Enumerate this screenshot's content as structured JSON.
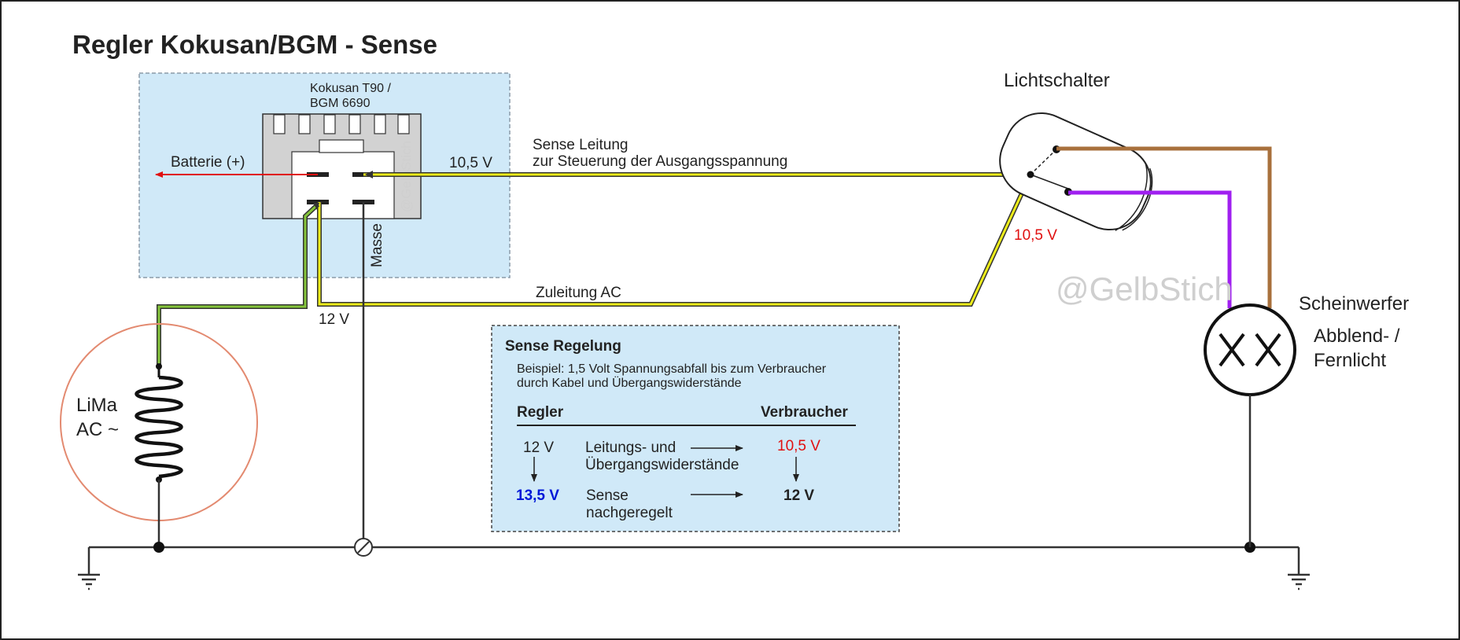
{
  "title": "Regler Kokusan/BGM - Sense",
  "regulator": {
    "model_line1": "Kokusan T90 /",
    "model_line2": "BGM 6690",
    "watermark": "@GelbStich"
  },
  "labels": {
    "battery": "Batterie (+)",
    "sense_voltage": "10,5 V",
    "sense_line1": "Sense Leitung",
    "sense_line2": "zur Steuerung der Ausgangsspannung",
    "masse": "Masse",
    "zuleitung": "Zuleitung AC",
    "ac_voltage": "12 V",
    "switch_voltage": "10,5 V",
    "lichtschalter": "Lichtschalter",
    "scheinwerfer": "Scheinwerfer",
    "lamp_line1": "Abblend- /",
    "lamp_line2": "Fernlicht",
    "lima_line1": "LiMa",
    "lima_line2": "AC ~",
    "watermark": "@GelbStich"
  },
  "info_box": {
    "heading": "Sense Regelung",
    "desc_line1": "Beispiel: 1,5 Volt Spannungsabfall bis zum Verbraucher",
    "desc_line2": "durch Kabel und Übergangswiderstände",
    "col_left": "Regler",
    "col_right": "Verbraucher",
    "row1_left": "12 V",
    "row1_mid_line1": "Leitungs- und",
    "row1_mid_line2": "Übergangswiderstände",
    "row1_right": "10,5 V",
    "row2_left": "13,5 V",
    "row2_mid_line1": "Sense",
    "row2_mid_line2": "nachgeregelt",
    "row2_right": "12 V"
  },
  "colors": {
    "wire_yellow": "#ecec1a",
    "wire_green": "#84c43a",
    "wire_brown": "#a8703c",
    "wire_purple": "#a020f0",
    "battery_arrow": "#e01010",
    "box_fill": "#d0e9f8",
    "lima_circle": "#e38a70"
  }
}
